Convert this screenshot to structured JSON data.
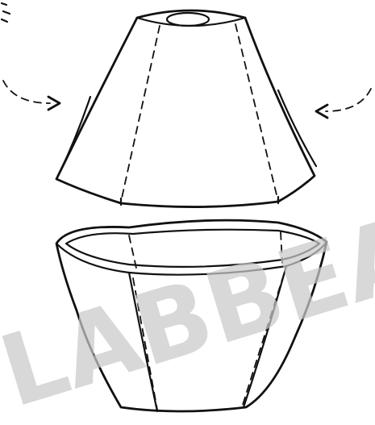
{
  "watermark": {
    "text": "LABBEAS",
    "color": "#c9c9c9"
  },
  "icons": {
    "left_arrow": "curved-dashed-arrow-right",
    "right_arrow": "curved-dashed-arrow-left"
  },
  "colors": {
    "ink": "#111111",
    "background": "#ffffff"
  }
}
